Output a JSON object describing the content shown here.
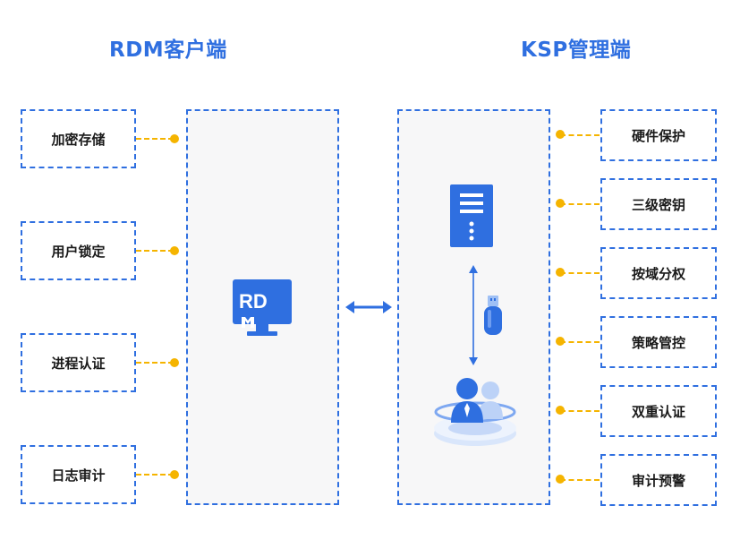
{
  "left_title": "RDM客户端",
  "right_title": "KSP管理端",
  "left_features": [
    "加密存储",
    "用户锁定",
    "进程认证",
    "日志审计"
  ],
  "right_features": [
    "硬件保护",
    "三级密钥",
    "按域分权",
    "策略管控",
    "双重认证",
    "审计预警"
  ],
  "rdm_logo_text": "RD",
  "colors": {
    "accent": "#2f6fe0",
    "connector": "#f5b400",
    "panel_bg": "#f7f7f8"
  }
}
